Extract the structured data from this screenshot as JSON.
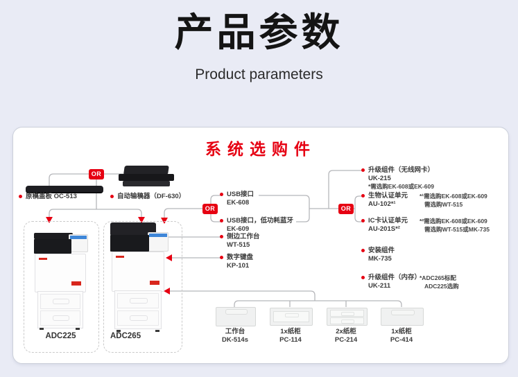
{
  "page": {
    "title": "产品参数",
    "subtitle": "Product parameters"
  },
  "panel": {
    "title": "系统选购件",
    "or_label": "OR"
  },
  "top_options": [
    {
      "label": "原稿盖板 OC-513"
    },
    {
      "label": "自动输稿器（DF-630）"
    }
  ],
  "middle_options": [
    {
      "label": "USB接口",
      "model": "EK-608"
    },
    {
      "label": "USB接口，低功耗蓝牙",
      "model": "EK-609"
    },
    {
      "label": "侧边工作台",
      "model": "WT-515"
    },
    {
      "label": "数字键盘",
      "model": "KP-101"
    }
  ],
  "right_options": [
    {
      "label": "升级组件（无线网卡）",
      "model": "UK-215",
      "note1": "*需选购EK-608或EK-609"
    },
    {
      "label": "生物认证单元",
      "model": "AU-102*¹",
      "note1": "*¹需选购EK-608或EK-609",
      "note2": "需选购WT-515"
    },
    {
      "label": "IC卡认证单元",
      "model": "AU-201S*²",
      "note1": "*²需选购EK-608或EK-609",
      "note2": "需选购WT-515或MK-735"
    },
    {
      "label": "安装组件",
      "model": "MK-735"
    },
    {
      "label": "升级组件（内存）",
      "model": "UK-211",
      "note1": "*ADC265标配",
      "note2": "ADC225选购"
    }
  ],
  "machines": [
    {
      "name": "ADC225"
    },
    {
      "name": "ADC265"
    }
  ],
  "trays": [
    {
      "label": "工作台",
      "model": "DK-514s"
    },
    {
      "label": "1x纸柜",
      "model": "PC-114"
    },
    {
      "label": "2x纸柜",
      "model": "PC-214"
    },
    {
      "label": "1x纸柜",
      "model": "PC-414"
    }
  ],
  "colors": {
    "accent_red": "#e60012",
    "connector_line": "#b5b6ba",
    "background": "#e9ebf5",
    "panel_border": "#ccd0da",
    "control_panel_blue": "#3f87d8"
  }
}
